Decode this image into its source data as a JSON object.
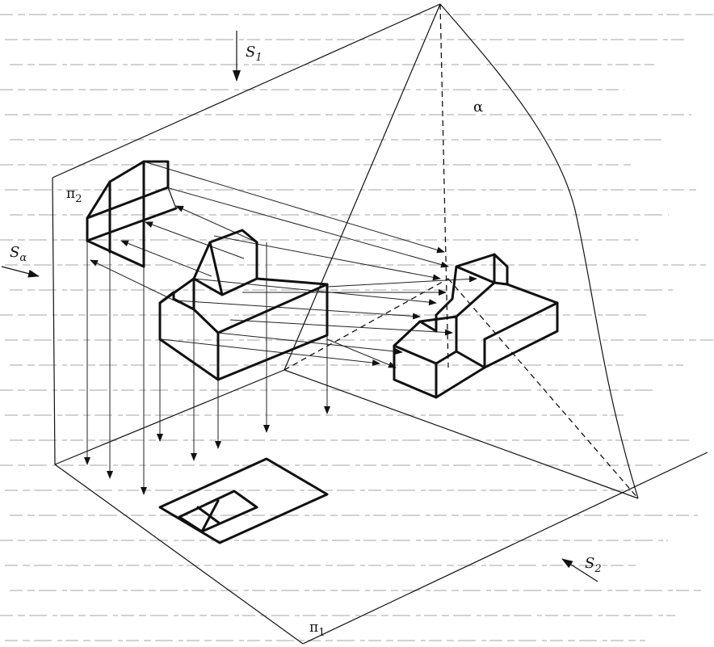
{
  "labels": {
    "s1": {
      "main": "S",
      "sub": "1"
    },
    "s2": {
      "main": "S",
      "sub": "2"
    },
    "s_alpha": {
      "main": "S",
      "sub": "α"
    },
    "pi1": {
      "main": "π",
      "sub": "1"
    },
    "pi2": {
      "main": "π",
      "sub": "2"
    },
    "alpha": "α"
  },
  "colors": {
    "ink": "#111111",
    "background": "#ffffff",
    "show_through": "#d2d2d2"
  }
}
